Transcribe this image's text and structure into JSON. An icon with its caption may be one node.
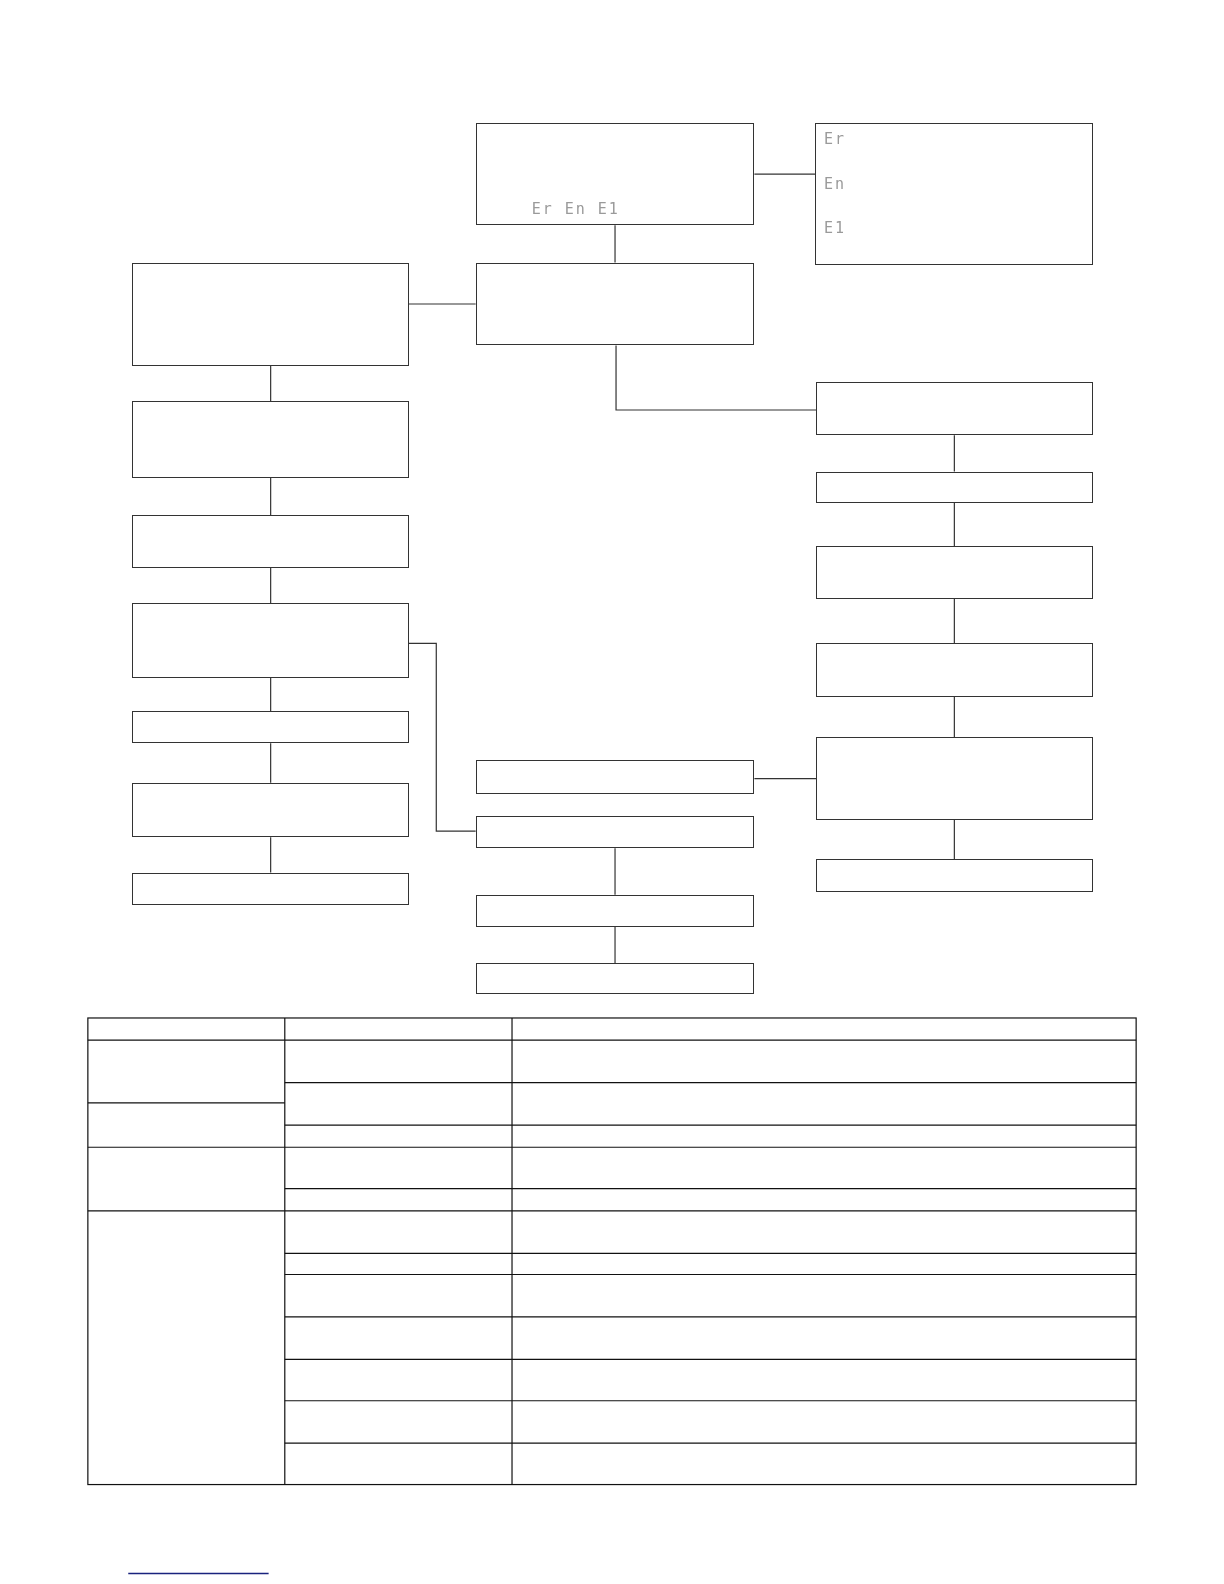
{
  "diagram": {
    "nodes": [
      {
        "text": [
          "Er En E1"
        ]
      },
      {
        "text": [
          "Er",
          "En",
          "E1"
        ]
      },
      {
        "text": [],
        "shape": "box"
      },
      {
        "text": [],
        "shape": "box"
      },
      {
        "text": [],
        "shape": "box"
      },
      {
        "text": [],
        "shape": "box"
      },
      {
        "text": [],
        "shape": "box"
      },
      {
        "text": [],
        "shape": "box"
      },
      {
        "text": [],
        "shape": "box"
      },
      {
        "text": [],
        "shape": "box"
      },
      {
        "text": [],
        "shape": "box"
      },
      {
        "text": [],
        "shape": "box"
      },
      {
        "text": [],
        "shape": "box"
      },
      {
        "text": [],
        "shape": "box"
      },
      {
        "text": [],
        "shape": "box"
      },
      {
        "text": [],
        "shape": "box"
      },
      {
        "text": [],
        "shape": "box"
      },
      {
        "text": [],
        "shape": "box"
      },
      {
        "text": [],
        "shape": "box"
      },
      {
        "text": [],
        "shape": "box"
      }
    ],
    "edges": [
      {
        "from": 0,
        "to": 1,
        "arrow": "none"
      },
      {
        "from": 0,
        "to": 2,
        "arrow": "none"
      },
      {
        "from": 2,
        "to": 3,
        "arrow": "none"
      },
      {
        "from": 3,
        "to": 4,
        "arrow": "none"
      },
      {
        "from": 4,
        "to": 5,
        "arrow": "none"
      },
      {
        "from": 5,
        "to": 6,
        "arrow": "none"
      },
      {
        "from": 6,
        "to": 7,
        "arrow": "none"
      },
      {
        "from": 7,
        "to": 8,
        "arrow": "none"
      },
      {
        "from": 8,
        "to": 9,
        "arrow": "none"
      },
      {
        "from": 2,
        "to": 10,
        "arrow": "none"
      },
      {
        "from": 10,
        "to": 11,
        "arrow": "none"
      },
      {
        "from": 11,
        "to": 12,
        "arrow": "none"
      },
      {
        "from": 12,
        "to": 13,
        "arrow": "none"
      },
      {
        "from": 13,
        "to": 14,
        "arrow": "none"
      },
      {
        "from": 14,
        "to": 15,
        "arrow": "none"
      },
      {
        "from": 14,
        "to": 16,
        "arrow": "none"
      },
      {
        "from": 6,
        "to": 17,
        "arrow": "none"
      },
      {
        "from": 17,
        "to": 18,
        "arrow": "none"
      },
      {
        "from": 18,
        "to": 19,
        "arrow": "none"
      }
    ]
  }
}
